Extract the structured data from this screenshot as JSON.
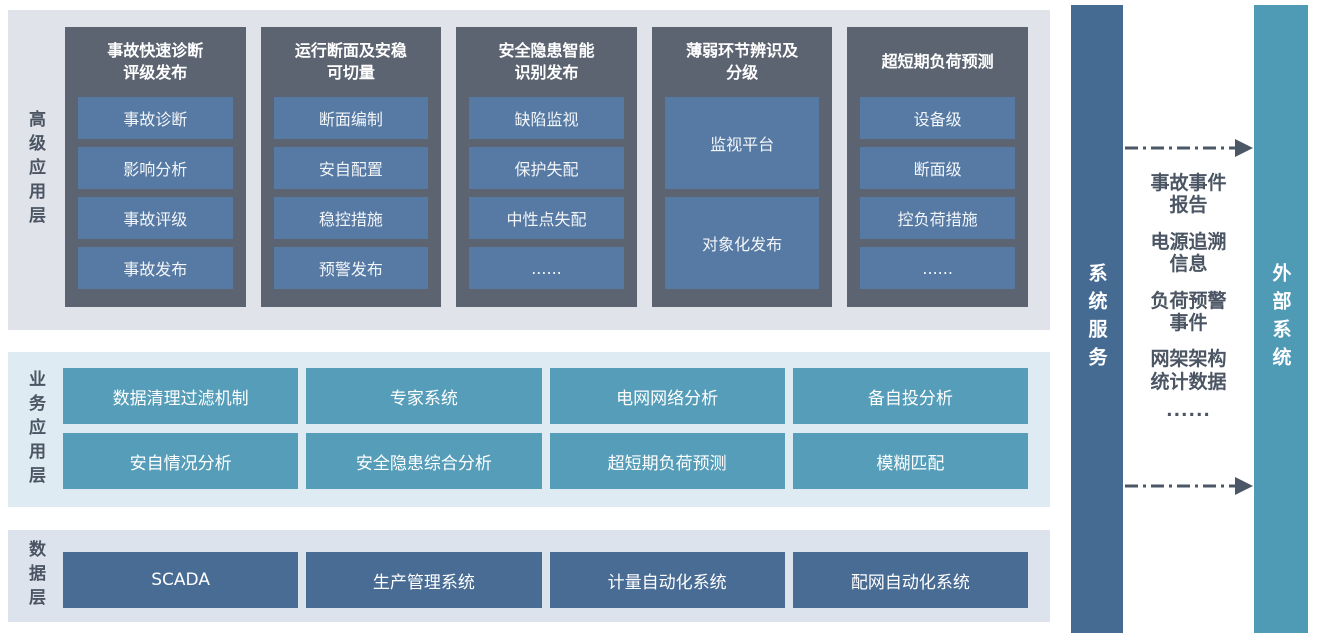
{
  "layers": {
    "advanced": {
      "label": "高级应用层",
      "columns": [
        {
          "title": "事故快速诊断\n评级发布",
          "items": [
            "事故诊断",
            "影响分析",
            "事故评级",
            "事故发布"
          ]
        },
        {
          "title": "运行断面及安稳\n可切量",
          "items": [
            "断面编制",
            "安自配置",
            "稳控措施",
            "预警发布"
          ]
        },
        {
          "title": "安全隐患智能\n识别发布",
          "items": [
            "缺陷监视",
            "保护失配",
            "中性点失配",
            "......"
          ]
        },
        {
          "title": "薄弱环节辨识及\n分级",
          "items": [
            "监视平台",
            "对象化发布"
          ]
        },
        {
          "title": "超短期负荷预测",
          "items": [
            "设备级",
            "断面级",
            "控负荷措施",
            "......"
          ]
        }
      ]
    },
    "business": {
      "label": "业务应用层",
      "rows": [
        [
          "数据清理过滤机制",
          "专家系统",
          "电网网络分析",
          "备自投分析"
        ],
        [
          "安自情况分析",
          "安全隐患综合分析",
          "超短期负荷预测",
          "模糊匹配"
        ]
      ]
    },
    "data": {
      "label": "数据层",
      "items": [
        "SCADA",
        "生产管理系统",
        "计量自动化系统",
        "配网自动化系统"
      ]
    }
  },
  "right_panel": {
    "system_service_label": "系统服务",
    "external_system_label": "外部系统",
    "exchange_items": [
      "事故事件\n报告",
      "电源追溯\n信息",
      "负荷预警\n事件",
      "网架架构\n统计数据",
      "......"
    ]
  },
  "colors": {
    "advanced_panel_bg": "#e0e3ea",
    "business_panel_bg": "#deebf2",
    "data_panel_bg": "#dde3ec",
    "column_bg": "#5c6472",
    "advanced_item_bg": "#567aa3",
    "business_item_bg": "#559db8",
    "data_item_bg": "#486c94",
    "system_service_bar": "#466b93",
    "external_system_bar": "#4f9ab4",
    "arrow": "#4b5766",
    "label_text": "#4b5563",
    "box_text": "#ffffff"
  }
}
